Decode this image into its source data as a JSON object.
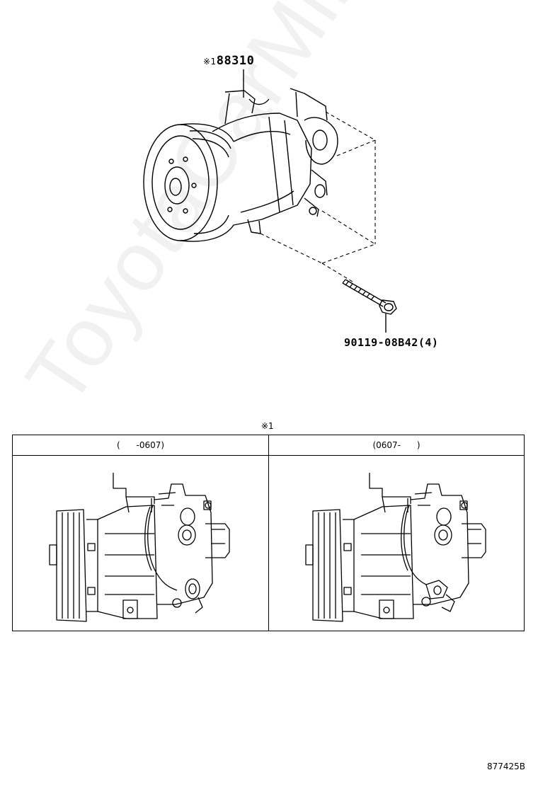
{
  "diagram": {
    "main_part": {
      "mark": "※1",
      "number": "88310"
    },
    "bolt_part": {
      "label": "90119-08B42(4)"
    },
    "variants_note": "※1",
    "variants": [
      {
        "label": "(      -0607)"
      },
      {
        "label": "(0607-      )"
      }
    ],
    "figure_ref": "877425B",
    "watermark": "ToyotaCarMine.ru"
  }
}
